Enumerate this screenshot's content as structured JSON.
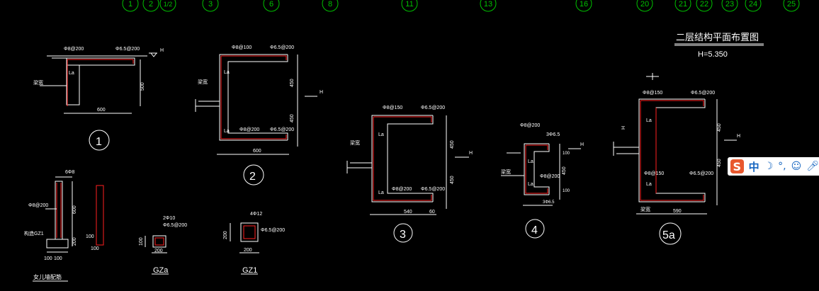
{
  "axes": [
    "1",
    "2",
    "1/2",
    "3",
    "6",
    "8",
    "11",
    "13",
    "16",
    "20",
    "21",
    "22",
    "23",
    "24",
    "25"
  ],
  "title": {
    "main": "二层结构平面布置图",
    "elevation": "H=5.350"
  },
  "d1": {
    "top_rebar": "Φ8@200",
    "dist_rebar": "Φ6.5@200",
    "h": "H",
    "la": "La",
    "beam": "梁宽",
    "width": "600",
    "height": "500",
    "mark": "1"
  },
  "d2": {
    "top_rebar": "Φ8@100",
    "dist_rebar_top": "Φ6.5@200",
    "bottom_rebar": "Φ8@200",
    "dist_rebar_bot": "Φ6.5@200",
    "la1": "La",
    "la2": "La",
    "beam": "梁宽",
    "h": "H",
    "dim1": "450",
    "dim2": "450",
    "width": "600",
    "mark": "2"
  },
  "d3": {
    "top_rebar": "Φ8@150",
    "dist_rebar_top": "Φ6.5@200",
    "bottom_rebar": "Φ8@200",
    "dist_rebar_bot": "Φ6.5@200",
    "la1": "La",
    "la2": "La",
    "beam": "梁宽",
    "h": "H",
    "dim1": "450",
    "dim2": "450",
    "width": "540",
    "width2": "60",
    "mark": "3"
  },
  "d4": {
    "top_rebar": "Φ8@200",
    "dist": "3Φ6.5",
    "la1": "La",
    "la2": "La",
    "beam": "梁宽",
    "h": "H",
    "bottom_rebar": "Φ8@200",
    "dim": "450",
    "w1": "100",
    "w2": "100",
    "bot_dist": "3Φ6.5",
    "mark": "4"
  },
  "d5a": {
    "top_rebar": "Φ8@150",
    "dist_rebar_top": "Φ6.5@200",
    "bottom_rebar": "Φ8@150",
    "dist_rebar_bot": "Φ6.5@200",
    "la1": "La",
    "la2": "La",
    "h": "H",
    "h2": "H",
    "dim1": "450",
    "dim2": "450",
    "beam": "梁宽",
    "width": "590",
    "mark": "5a"
  },
  "wall": {
    "top": "6Φ8",
    "rebar": "Φ8@200",
    "dim_h": "600",
    "dim_b": "200",
    "gz": "构造GZ1",
    "dim_w": "100",
    "dim_w2": "100",
    "bottom_w": "100",
    "caption": "女儿墙配筋"
  },
  "gza": {
    "bars": "2Φ10",
    "stirrup": "Φ6.5@200",
    "dim_h": "100",
    "dim_w": "200",
    "label": "GZa"
  },
  "gz1": {
    "bars": "4Φ12",
    "stirrup": "Φ6.5@200",
    "dim_h": "200",
    "dim_w": "200",
    "label": "GZ1"
  },
  "ime": {
    "logo": "S",
    "mode": "中",
    "icons": [
      "moon-icon",
      "punct-icon",
      "emoji-icon",
      "mic-icon"
    ]
  },
  "colors": {
    "axis": "#00c000",
    "line": "#ffffff",
    "rebar": "#ff2020",
    "dim": "#ffffff",
    "text": "#ffffff"
  }
}
